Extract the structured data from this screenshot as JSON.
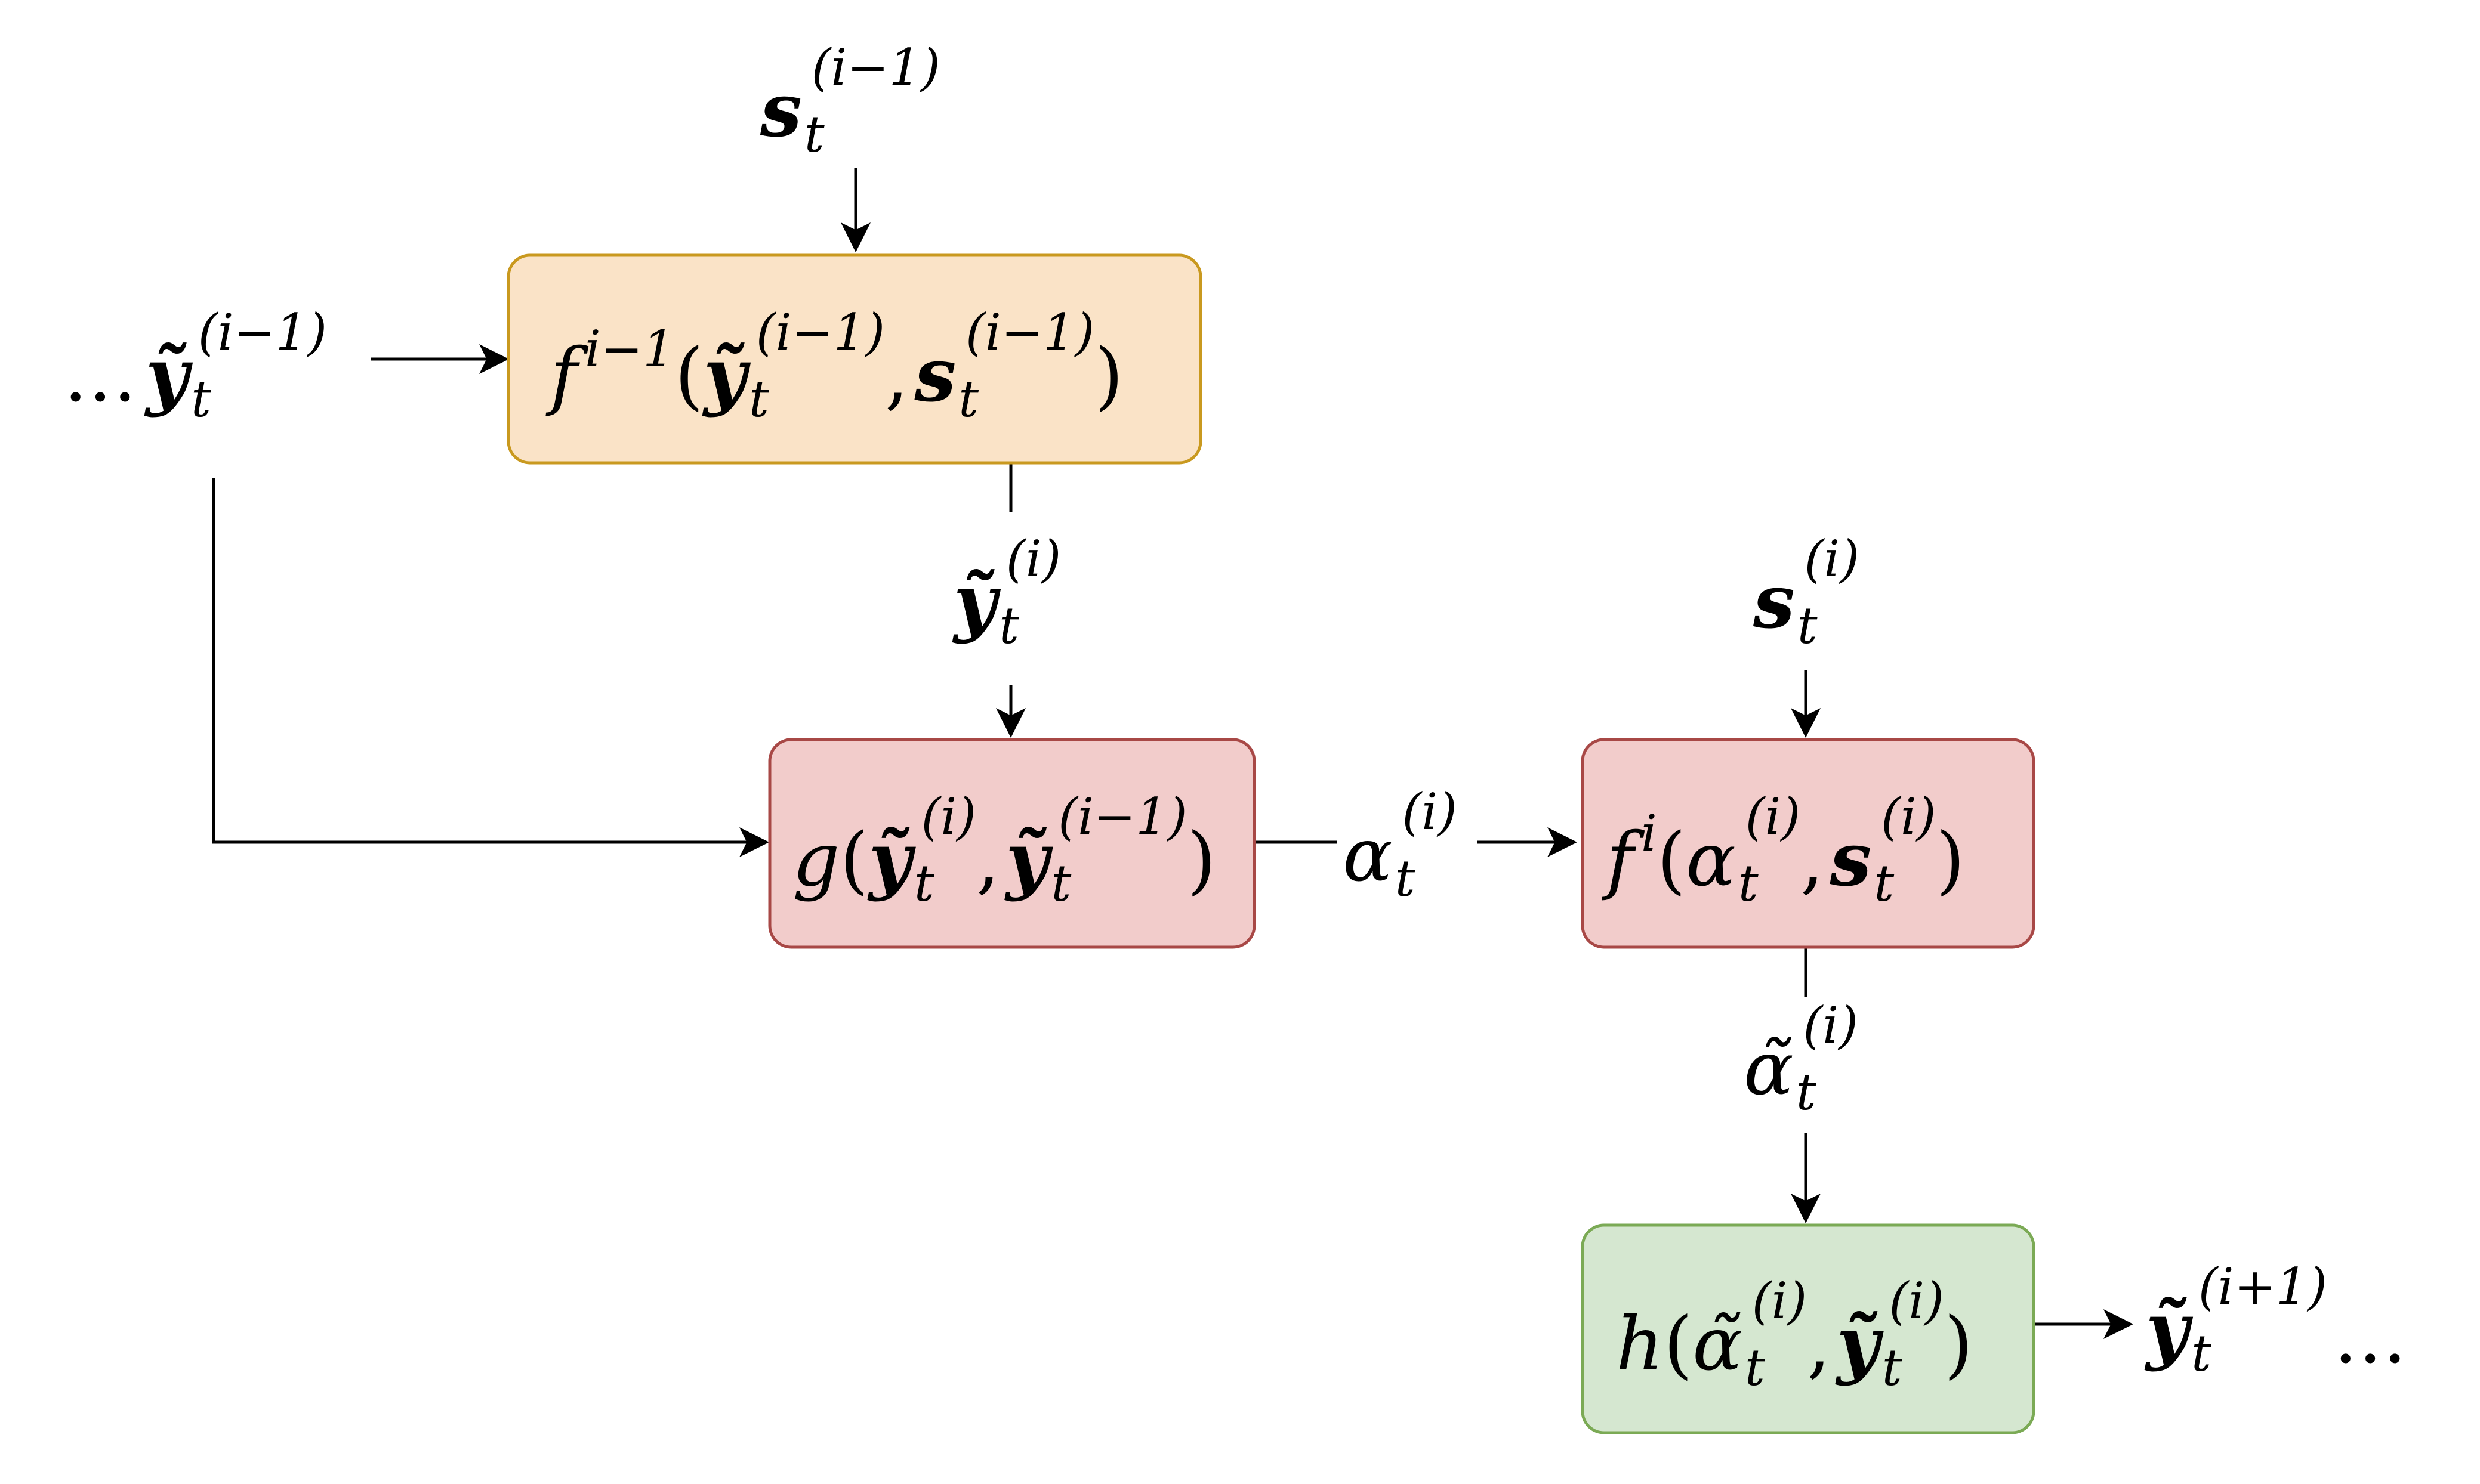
{
  "boxes": {
    "f_prev": {
      "fn": "f",
      "fn_sup": "i−1",
      "arg1": "ỹ",
      "arg1_sub": "t",
      "arg1_sup": "(i−1)",
      "comma": ",",
      "arg2": "s",
      "arg2_sub": "t",
      "arg2_sup": "(i−1)",
      "open": "(",
      "close": ")",
      "fill": "#FAE3C7",
      "stroke": "#C9991F"
    },
    "g": {
      "fn": "g",
      "arg1": "ỹ",
      "arg1_sub": "t",
      "arg1_sup": "(i)",
      "comma": ",",
      "arg2": "ỹ",
      "arg2_sub": "t",
      "arg2_sup": "(i−1)",
      "open": "(",
      "close": ")",
      "fill": "#F2CCCB",
      "stroke": "#A84846"
    },
    "f_i": {
      "fn": "f",
      "fn_sup": "i",
      "arg1": "α",
      "arg1_sub": "t",
      "arg1_sup": "(i)",
      "comma": ",",
      "arg2": "s",
      "arg2_sub": "t",
      "arg2_sup": "(i)",
      "open": "(",
      "close": ")",
      "fill": "#F2CCCB",
      "stroke": "#A84846"
    },
    "h": {
      "fn": "h",
      "arg1": "α̃",
      "arg1_sub": "t",
      "arg1_sup": "(i)",
      "comma": ",",
      "arg2": "ỹ",
      "arg2_sub": "t",
      "arg2_sup": "(i)",
      "open": "(",
      "close": ")",
      "fill": "#D5E7D0",
      "stroke": "#7BAA55"
    }
  },
  "labels": {
    "s_prev": {
      "base": "s",
      "sub": "t",
      "sup": "(i−1)"
    },
    "y_prev": {
      "prefix": "…",
      "base": "ỹ",
      "sub": "t",
      "sup": "(i−1)"
    },
    "y_i": {
      "base": "ỹ",
      "sub": "t",
      "sup": "(i)"
    },
    "s_i": {
      "base": "s",
      "sub": "t",
      "sup": "(i)"
    },
    "alpha_i": {
      "base": "α",
      "sub": "t",
      "sup": "(i)"
    },
    "alpha_tilde_i": {
      "base": "α̃",
      "sub": "t",
      "sup": "(i)"
    },
    "y_next": {
      "base": "ỹ",
      "sub": "t",
      "sup": "(i+1)",
      "suffix": "…"
    }
  }
}
